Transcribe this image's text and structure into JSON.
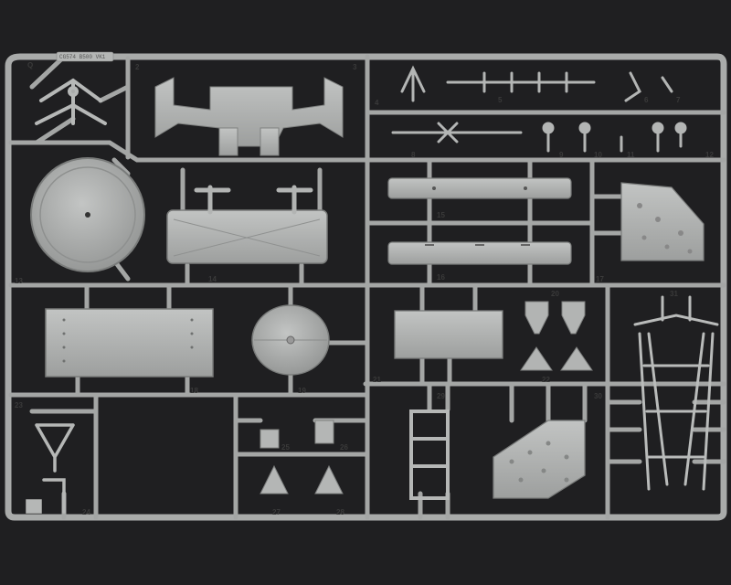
{
  "scene": {
    "subject": "plastic model kit sprue",
    "background_color": "#1f1f21",
    "plastic_color": "#a7a9a8",
    "plastic_shadow": "#8d8f8e",
    "plastic_highlight": "#c4c6c5"
  },
  "sprue": {
    "stamp_text": "CG574 B500 VK1",
    "sprue_letter": "Q",
    "part_numbers": [
      "2",
      "3",
      "4",
      "5",
      "6",
      "7",
      "8",
      "9",
      "10",
      "11",
      "12",
      "13",
      "14",
      "15",
      "16",
      "17",
      "18",
      "19",
      "20",
      "21",
      "22",
      "23",
      "24",
      "25",
      "26",
      "27",
      "28",
      "29",
      "30",
      "31"
    ]
  }
}
